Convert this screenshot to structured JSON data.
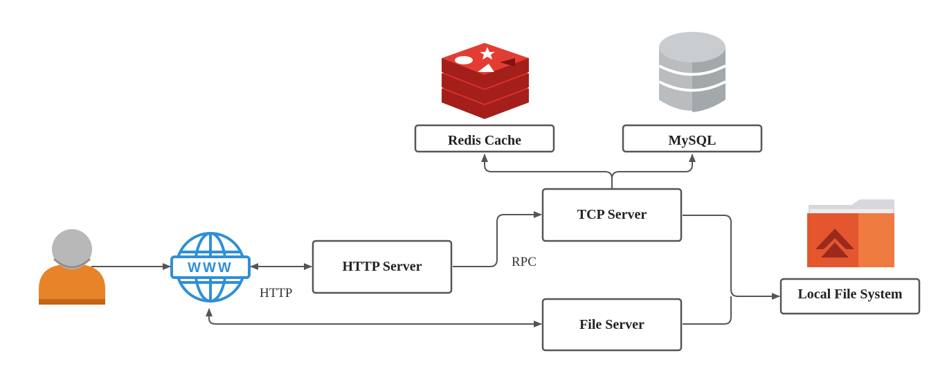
{
  "nodes": {
    "http_server": "HTTP Server",
    "tcp_server": "TCP Server",
    "file_server": "File Server",
    "redis_cache": "Redis Cache",
    "mysql": "MySQL",
    "local_fs": "Local File System"
  },
  "edges": {
    "http_label": "HTTP",
    "rpc_label": "RPC"
  },
  "icons": {
    "user": "user-icon",
    "www": "www-globe-icon",
    "redis": "redis-logo-icon",
    "mysql": "database-icon",
    "folder": "folder-icon"
  },
  "colors": {
    "line": "#555555",
    "box_stroke": "#555555",
    "user_head": "#b8b8b8",
    "user_body": "#e8832a",
    "globe": "#2f8fd8",
    "redis": "#d9332b",
    "db": "#b9bdc0",
    "folder": "#e4572e"
  }
}
